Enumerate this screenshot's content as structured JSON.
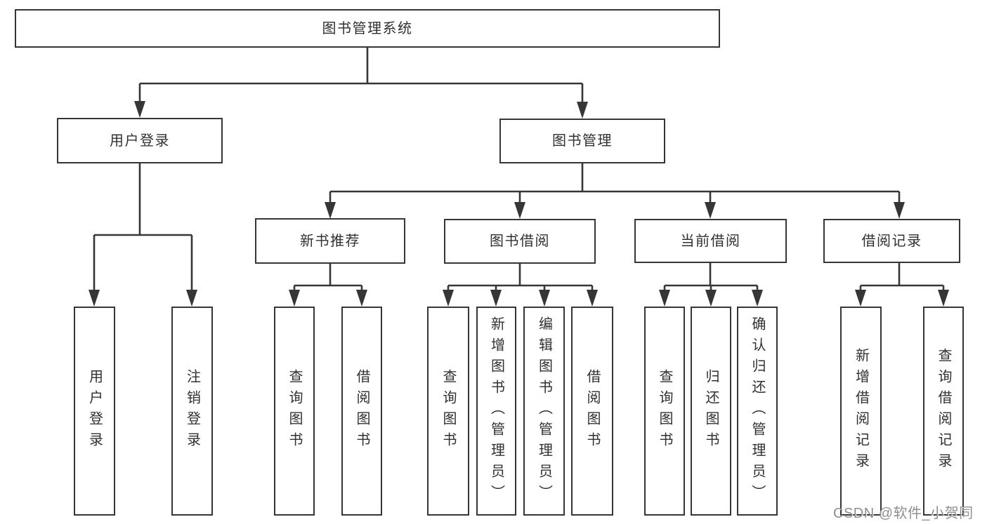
{
  "tree": {
    "root": {
      "label": "图书管理系统"
    },
    "branches": [
      {
        "label": "用户登录",
        "children": [
          {
            "label": "用户登录"
          },
          {
            "label": "注销登录"
          }
        ]
      },
      {
        "label": "图书管理",
        "children": [
          {
            "label": "新书推荐",
            "children": [
              {
                "label": "查询图书"
              },
              {
                "label": "借阅图书"
              }
            ]
          },
          {
            "label": "图书借阅",
            "children": [
              {
                "label": "查询图书"
              },
              {
                "label": "新增图书（管理员）"
              },
              {
                "label": "编辑图书（管理员）"
              },
              {
                "label": "借阅图书"
              }
            ]
          },
          {
            "label": "当前借阅",
            "children": [
              {
                "label": "查询图书"
              },
              {
                "label": "归还图书"
              },
              {
                "label": "确认归还（管理员）"
              }
            ]
          },
          {
            "label": "借阅记录",
            "children": [
              {
                "label": "新增借阅记录"
              },
              {
                "label": "查询借阅记录"
              }
            ]
          }
        ]
      }
    ]
  },
  "watermark": {
    "text": "CSDN @软件_小贺同学"
  },
  "colors": {
    "line": "#363636",
    "box_border": "#363636",
    "box_fill": "#ffffff",
    "text": "#303030",
    "watermark": "#8f8f8f"
  }
}
